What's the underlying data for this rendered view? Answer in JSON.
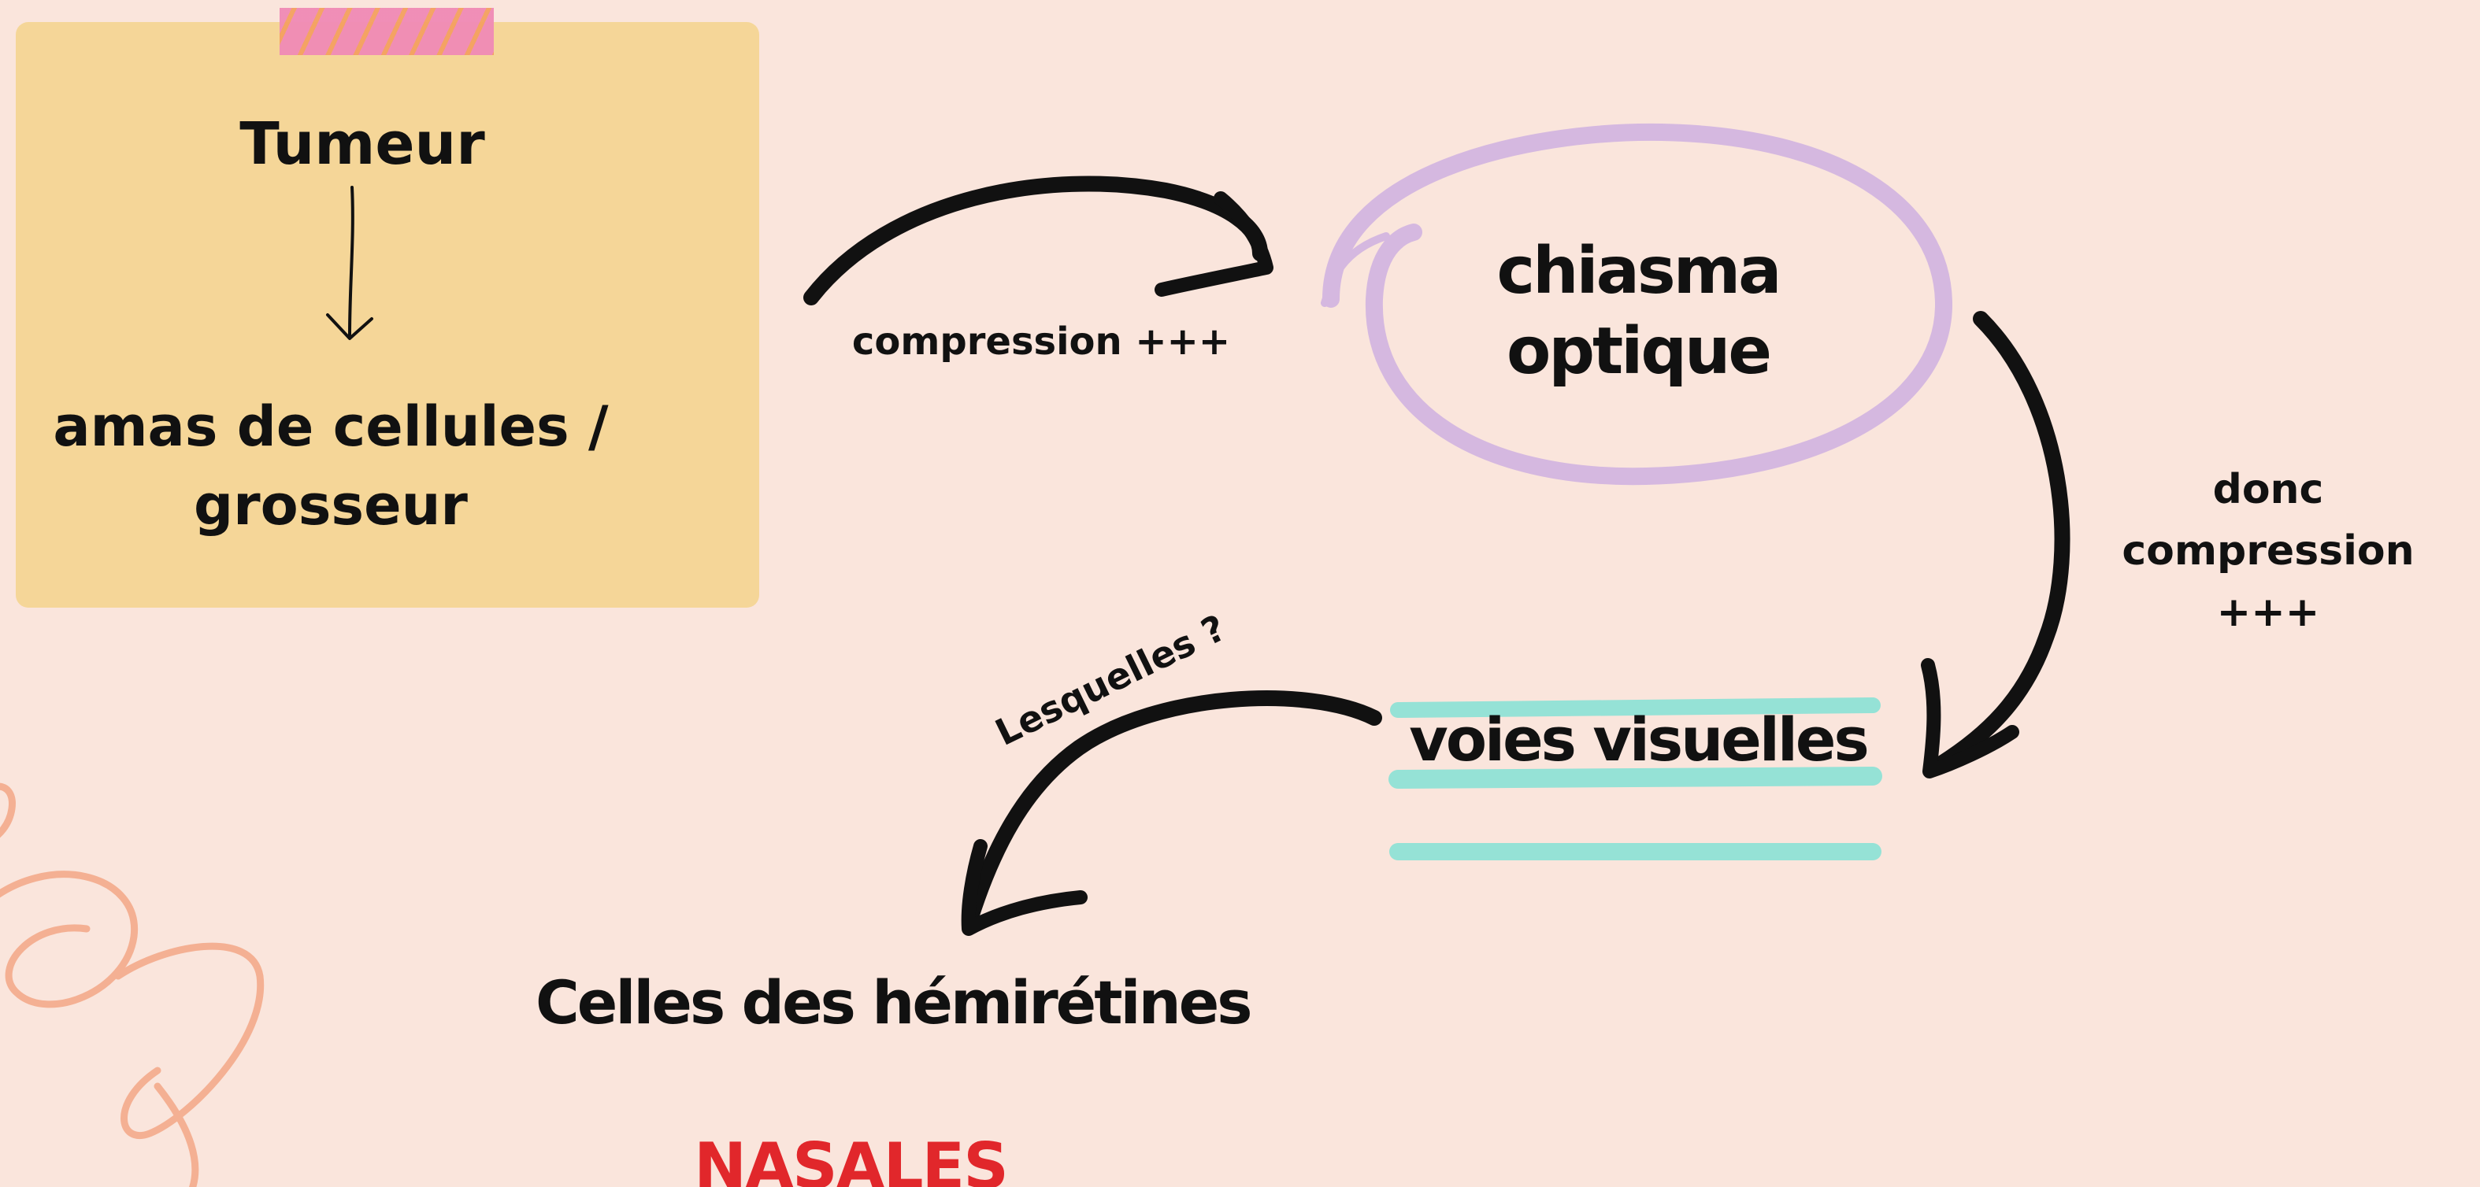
{
  "sticky_note": {
    "title": "Tumeur",
    "body": "amas de cellules / grosseur",
    "color": "#f5d698",
    "tape_color": "#f08ab5"
  },
  "labels": {
    "compression": "compression +++",
    "donc_compression": "donc compression +++",
    "lesquelles": "Lesquelles ?"
  },
  "nodes": {
    "chiasma": "chiasma optique",
    "voies": "voies visuelles",
    "celles": "Celles des hémirétines",
    "nasales": "NASALES"
  },
  "colors": {
    "background": "#fae5dc",
    "circle": "#d5b8e0",
    "highlight": "#95e2d6",
    "accent_red": "#e1272b",
    "swirl": "#f4b093",
    "arrow": "#111111"
  },
  "icons": {
    "connector_1": "curved-arrow-icon",
    "connector_2": "curved-arrow-icon",
    "connector_3": "curved-arrow-icon",
    "small_down": "down-arrow-icon"
  }
}
